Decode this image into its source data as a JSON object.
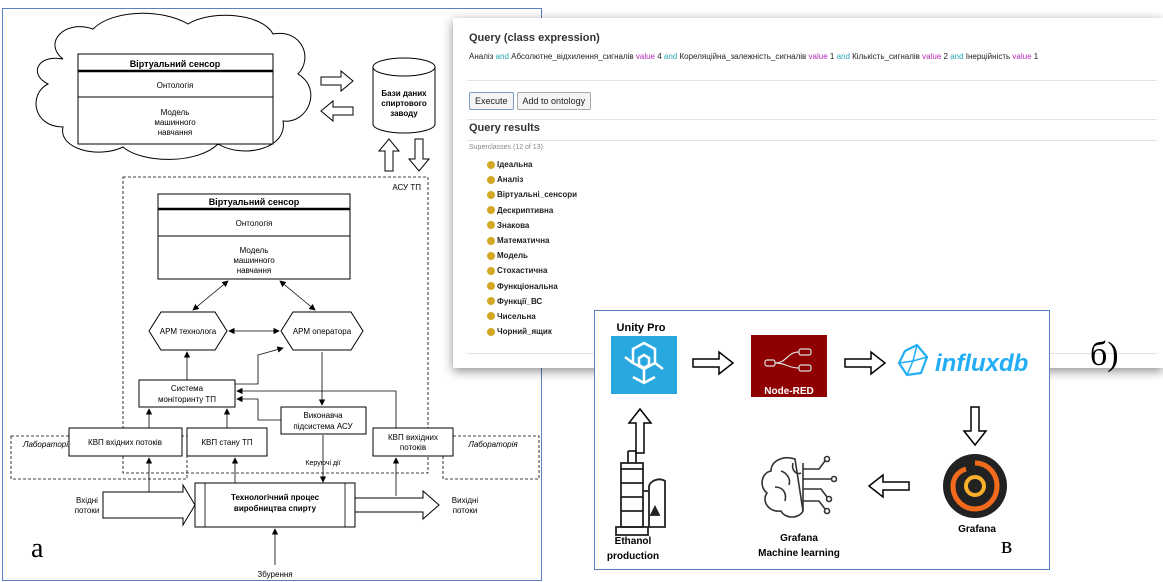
{
  "panel_a": {
    "cloud_sensor_title": "Віртуальний сенсор",
    "cloud_ontology": "Онтологія",
    "cloud_ml_line1": "Модель",
    "cloud_ml_line2": "машинного",
    "cloud_ml_line3": "навчання",
    "db_line1": "Бази даних",
    "db_line2": "спиртового",
    "db_line3": "заводу",
    "asu_label": "АСУ ТП",
    "inner_sensor_title": "Віртуальний сенсор",
    "inner_ontology": "Онтологія",
    "inner_ml_line1": "Модель",
    "inner_ml_line2": "машинного",
    "inner_ml_line3": "навчання",
    "arm_tech": "АРМ технолога",
    "arm_oper": "АРМ оператора",
    "monitor_line1": "Система",
    "monitor_line2": "моніторинту ТП",
    "exec_line1": "Виконавча",
    "exec_line2": "підсистема АСУ",
    "lab_left": "Лабораторія",
    "lab_right": "Лабораторія",
    "kvp_in": "КВП вхідних потоків",
    "kvp_state": "КВП стану ТП",
    "kvp_out_line1": "КВП вихідних",
    "kvp_out_line2": "потоків",
    "control_actions": "Керуючі дії",
    "process_line1": "Технологічний процес",
    "process_line2": "виробництва спирту",
    "input_line1": "Вхідні",
    "input_line2": "потоки",
    "output_line1": "Вихідні",
    "output_line2": "потоки",
    "disturbance": "Збурення",
    "letter": "а"
  },
  "panel_b": {
    "query_title": "Query (class expression)",
    "expr_parts": [
      {
        "text": "Аналіз ",
        "kind": "plain"
      },
      {
        "text": "and",
        "kind": "and"
      },
      {
        "text": " Абсолютне_відхилення_сигналів ",
        "kind": "plain"
      },
      {
        "text": "value",
        "kind": "value"
      },
      {
        "text": " 4 ",
        "kind": "plain"
      },
      {
        "text": "and",
        "kind": "and"
      },
      {
        "text": " Кореляційна_залежність_сигналів ",
        "kind": "plain"
      },
      {
        "text": "value",
        "kind": "value"
      },
      {
        "text": " 1  ",
        "kind": "plain"
      },
      {
        "text": "and",
        "kind": "and"
      },
      {
        "text": " Кількість_сигналів ",
        "kind": "plain"
      },
      {
        "text": "value",
        "kind": "value"
      },
      {
        "text": " 2  ",
        "kind": "plain"
      },
      {
        "text": "and",
        "kind": "and"
      },
      {
        "text": " Інерційність ",
        "kind": "plain"
      },
      {
        "text": "value",
        "kind": "value"
      },
      {
        "text": " 1",
        "kind": "plain"
      }
    ],
    "execute_label": "Execute",
    "add_label": "Add to ontology",
    "results_title": "Query results",
    "superclasses_label": "Superclasses (12 of 13)",
    "results": [
      "Ідеальна",
      "Аналіз",
      "Віртуальні_сенсори",
      "Дескриптивна",
      "Знакова",
      "Математична",
      "Модель",
      "Стохастична",
      "Функціональна",
      "Функції_ВС",
      "Чисельна",
      "Чорний_ящик"
    ],
    "dot_color": "#d4a824",
    "letter": "б)"
  },
  "panel_v": {
    "unity_label": "Unity Pro",
    "nodered_label": "Node-RED",
    "influx_label": "influxdb",
    "grafana_label": "Grafana",
    "ml_line1": "Grafana",
    "ml_line2": "Machine learning",
    "ethanol_line1": "Ethanol",
    "ethanol_line2": "production",
    "letter": "в",
    "unity_color": "#29a8e0",
    "nodered_color": "#8f0000",
    "influx_color": "#22adf6"
  }
}
